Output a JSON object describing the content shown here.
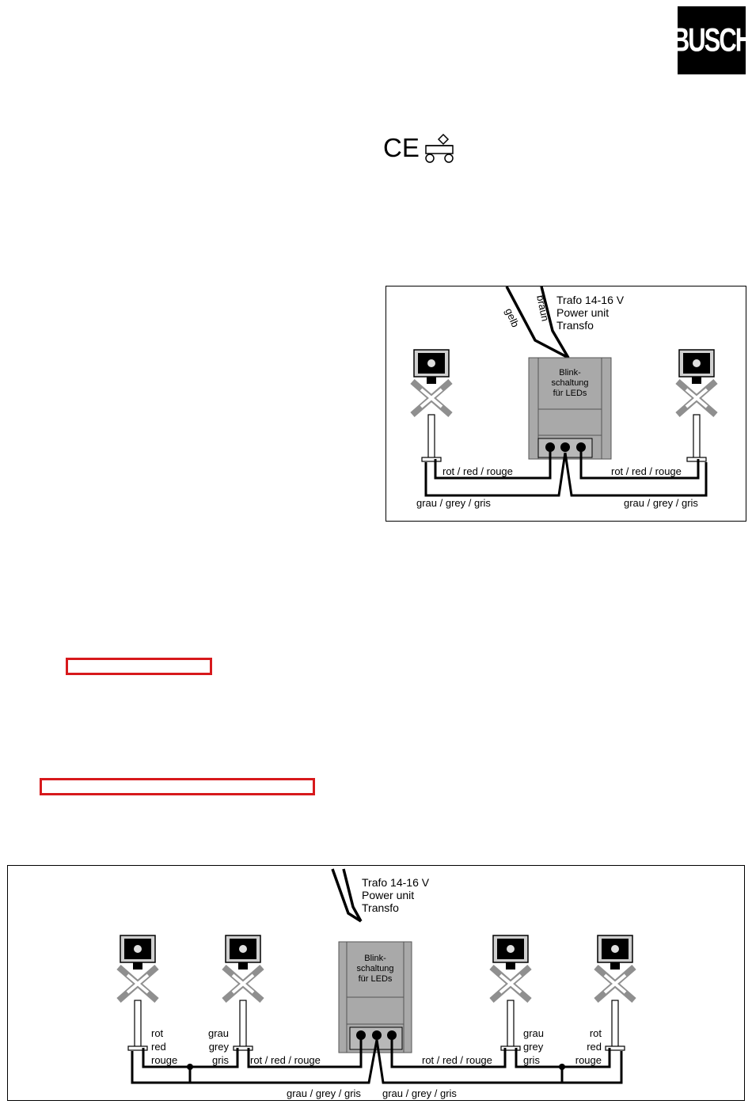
{
  "logo": {
    "text": "BUSCH"
  },
  "marks": {
    "ce": "CE"
  },
  "colors": {
    "redbox": "#d7191c",
    "module": "#a9a9a9",
    "module_dark": "#8c8c8c",
    "signal_arm": "#8f8f8f"
  },
  "diagram1": {
    "wire_yellow": "gelb",
    "wire_brown": "braun",
    "trafo": [
      "Trafo 14-16 V",
      "Power unit",
      "Transfo"
    ],
    "module_label": [
      "Blink-",
      "schaltung",
      "für LEDs"
    ],
    "red_wire_left": "rot / red / rouge",
    "red_wire_right": "rot / red / rouge",
    "grey_wire_left": "grau / grey / gris",
    "grey_wire_right": "grau / grey / gris"
  },
  "diagram2": {
    "trafo": [
      "Trafo 14-16 V",
      "Power unit",
      "Transfo"
    ],
    "module_label": [
      "Blink-",
      "schaltung",
      "für LEDs"
    ],
    "red_stack": [
      "rot",
      "red",
      "rouge"
    ],
    "grey_stack": [
      "grau",
      "grey",
      "gris"
    ],
    "red_wire_left": "rot / red / rouge",
    "red_wire_right": "rot / red / rouge",
    "grey_wire_left": "grau / grey / gris",
    "grey_wire_right": "grau / grey / gris"
  }
}
